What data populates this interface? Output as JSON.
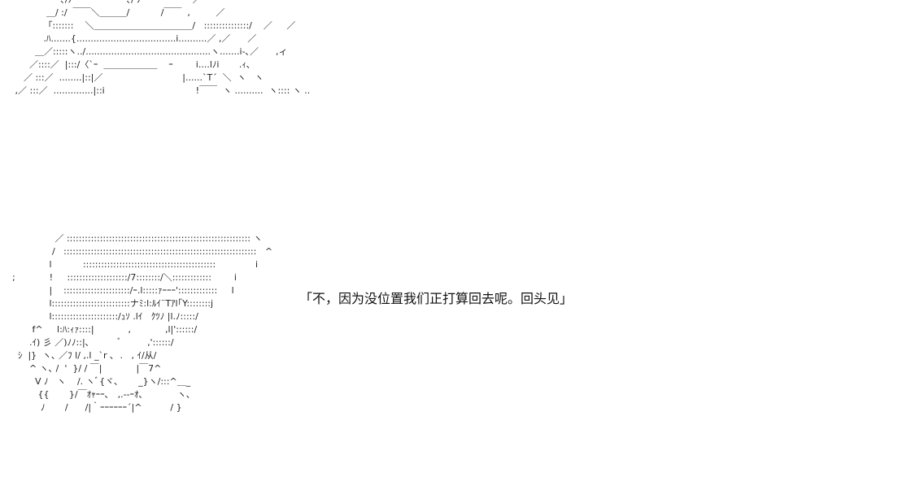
{
  "art": {
    "top": "                   ､/ﾉ                   ､/ ﾉ                  ／\n              ＿/ :/  ￣￣＼＿＿＿/           /￣￣  ,         ／\n             「:::::::    ＼＿＿＿＿＿＿＿＿＿＿＿/   :::::::::::::::/    ／     ／\n             .ﾊ.......{...................................i..........／ ,／      ／\n          ＿／:::::ヽ../............................................ヽ.......i-､／      ,ィ\n        ／::::／  |:::/〈`ｰ  ＿＿＿＿＿＿    ｰ        i....lﾉi       .ｨ､\n      ／ :::／  ........|::|／                            |......`T´  ＼  ヽ   ヽ\n   ,／ :::／  ..............|::i                                !￣￣  ヽ ..........  ヽ:::: ヽ ..",
    "bottom": "                 ／ ::::::::::::::::::::::::::::::::::::::::::::::::::::::::::::: ヽ\n                /   ::::::::::::::::::::::::::::::::::::::::::::::::::::::::::::::::   ^\n               l           ::::::::::::::::::::::::::::::::::::::::::::              i\n  ;            !     ::::::::::::::::::::/7::::::::/＼:::::::::::::        i\n               |    ::::::::::::::::::::::/ｰ.l:::::ｧｰｰｰ':::::::::::::     l\n               l::::::::::::::::::::::::::ナﾐ:l:ﾙｲ¨Tｱl｢Y::::::::j\n               l::::::::::::::::::::::/ｭｿ .lｲ   ｸﾂﾉ |l.ﾉ:::::/\n         f^     l:ﾊ:ｨｧ::::|            ,            ,l|'::::::/\n        .ｲ) 彡 ／)ﾉﾉ::|､          ﾞ         ,'::::::/\n    ｼ  |}  ヽ､ ／ﾌ l/ ,.l _`r ､  .   , ｲ/从/\n        ^ ヽ､ /  '  }/ / ￣|            |￣7^\n          V ﾉ   ヽ    /. ヽﾞ{ヾ､       _}ヽ/:::^＿_\n           {{       }/￣ｵｬｰｰ､   ,.--ｰｵ､            ヽ､\n            ﾉ       /      /|｀ｰｰｰｰｰｰ´|^          / }"
  },
  "dialogue": {
    "text": "「不，因为没位置我们正打算回去呢。回头见」"
  }
}
